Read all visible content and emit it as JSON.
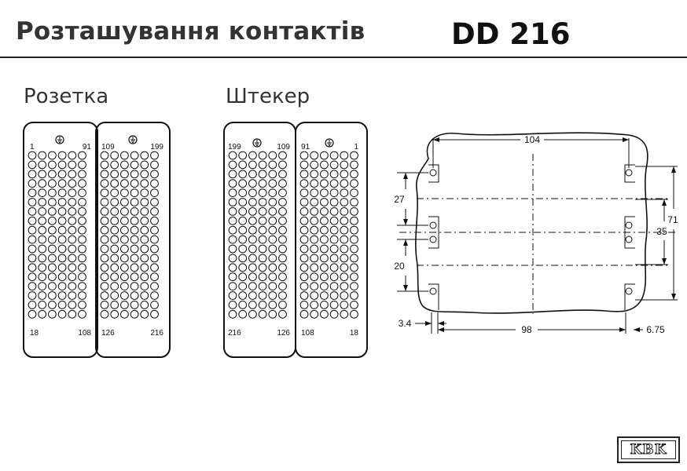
{
  "header": {
    "title": "Розташування контактів",
    "code": "DD 216"
  },
  "sections": {
    "socket_label": "Розетка",
    "plug_label": "Штекер"
  },
  "socket": {
    "left_block": {
      "top_left": "1",
      "top_right": "91",
      "bottom_left": "18",
      "bottom_right": "108"
    },
    "right_block": {
      "top_left": "109",
      "top_right": "199",
      "bottom_left": "126",
      "bottom_right": "216"
    }
  },
  "plug": {
    "left_block": {
      "top_left": "199",
      "top_right": "109",
      "bottom_left": "216",
      "bottom_right": "126"
    },
    "right_block": {
      "top_left": "91",
      "top_right": "1",
      "bottom_left": "108",
      "bottom_right": "18"
    }
  },
  "grid": {
    "rows": 18,
    "cols": 6
  },
  "dimensions": {
    "width_top": "104",
    "width_bottom": "98",
    "height_total": "71",
    "height_middle": "35",
    "left_top": "27",
    "left_bottom": "20",
    "offset_left": "3.4",
    "offset_right": "6.75"
  },
  "logo": {
    "text": "KBK"
  }
}
